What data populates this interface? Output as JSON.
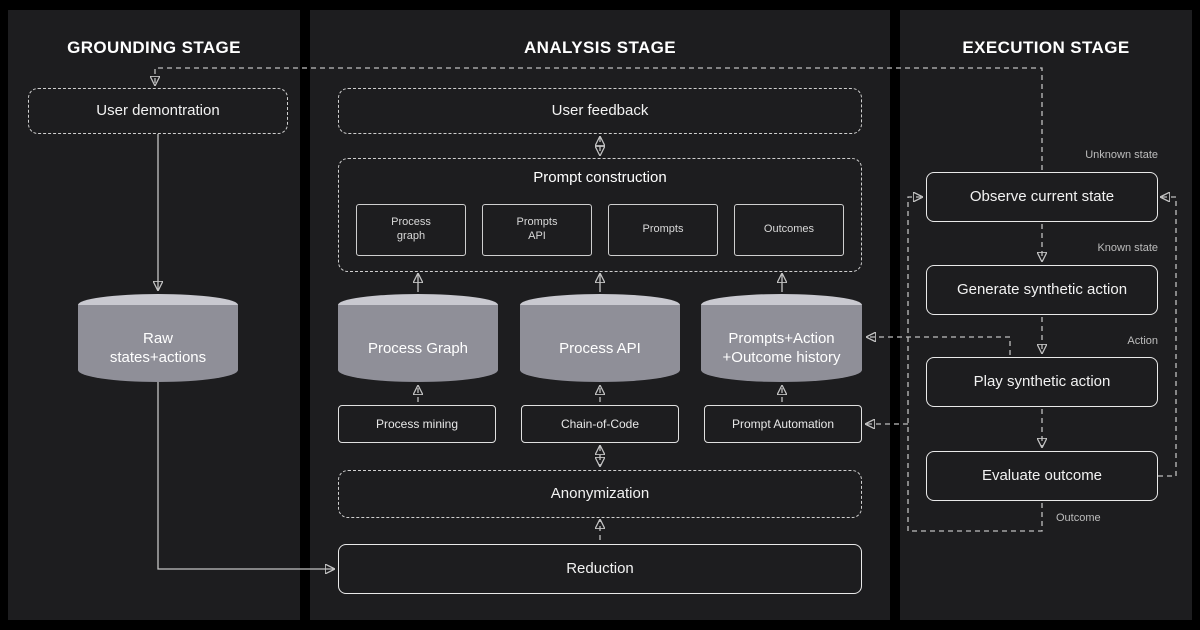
{
  "grounding": {
    "title": "GROUNDING STAGE",
    "user_demonstration": "User demontration",
    "raw_states": "Raw\nstates+actions"
  },
  "analysis": {
    "title": "ANALYSIS STAGE",
    "user_feedback": "User feedback",
    "prompt_construction": {
      "title": "Prompt construction",
      "items": [
        "Process\ngraph",
        "Prompts\nAPI",
        "Prompts",
        "Outcomes"
      ]
    },
    "stores": [
      "Process Graph",
      "Process API",
      "Prompts+Action\n+Outcome history"
    ],
    "methods": [
      "Process mining",
      "Chain-of-Code",
      "Prompt Automation"
    ],
    "anonymization": "Anonymization",
    "reduction": "Reduction"
  },
  "execution": {
    "title": "EXECUTION STAGE",
    "steps": [
      "Observe current state",
      "Generate synthetic action",
      "Play synthetic action",
      "Evaluate outcome"
    ],
    "labels": {
      "unknown": "Unknown state",
      "known": "Known state",
      "action": "Action",
      "outcome": "Outcome"
    }
  },
  "colors": {
    "background": "#000000",
    "panel": "#1d1d1f",
    "cylinder_body": "#8f8f98",
    "cylinder_top": "#c9c9d0",
    "wire": "#c4c4c4"
  }
}
